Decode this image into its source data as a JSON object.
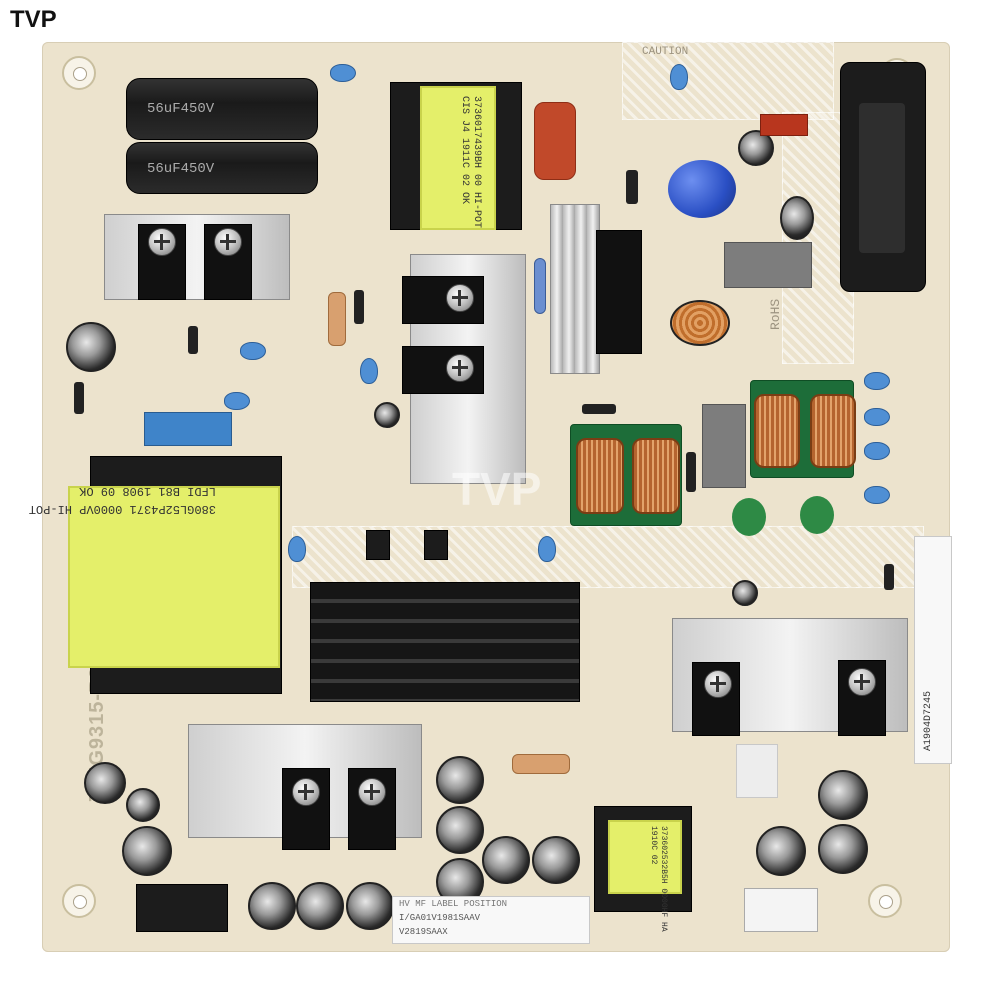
{
  "brand": "TVP",
  "board": {
    "part_number": "715G9315-P01-001-003S",
    "rohs": "RoHS",
    "caution": "CAUTION",
    "watermark": "TVP",
    "serial_sticker": "A1904D7245"
  },
  "transformers": {
    "main_label_lines": [
      "380GL52P4371 0000VP HI-POT",
      "LFDI B81 1908 09 OK"
    ],
    "top_label_lines": [
      "3736017439BH 00 HI-POT",
      "CIS J4 1911C 02 OK"
    ],
    "bottom_label_lines": [
      "373602532B5H 0000HF HA",
      "1910C 02"
    ]
  },
  "capacitors": {
    "bulk_label": "56uF450V"
  },
  "bottom_label": {
    "line1": "HV MF LABEL POSITION",
    "line2": "I/GA01V1981SAAV",
    "line3": "V2819SAAX"
  },
  "colors": {
    "board": "#ece3cd",
    "transformer_yellow": "#e4ef6a",
    "copper": "#b5642f",
    "blue_cap": "#4f8fd4"
  }
}
